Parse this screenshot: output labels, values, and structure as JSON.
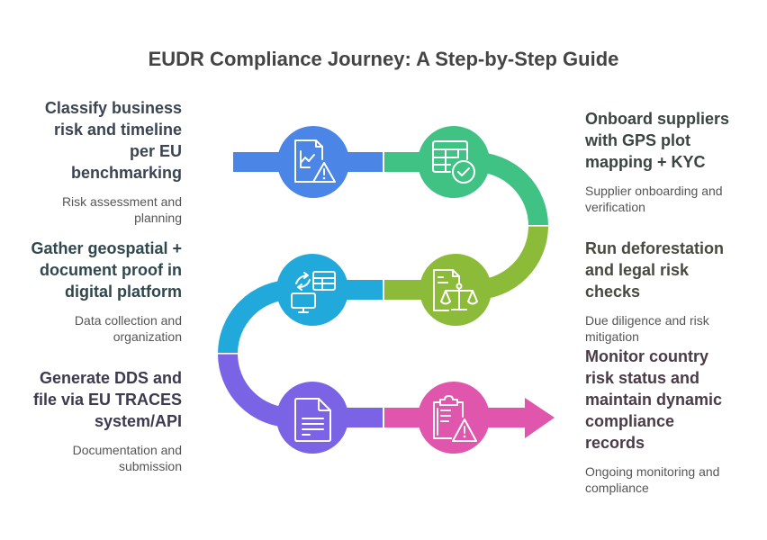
{
  "title": "EUDR Compliance Journey: A Step-by-Step Guide",
  "separator_color": "#ffffff",
  "steps": [
    {
      "heading_lines": [
        "Classify business",
        "risk and timeline",
        "per EU",
        "benchmarking"
      ],
      "subtitle_lines": [
        "Risk assessment and",
        "planning"
      ],
      "color": "#4B85E5",
      "text_color": "#3B4452",
      "icon": "chart-warning-document-icon"
    },
    {
      "heading_lines": [
        "Onboard suppliers",
        "with GPS plot",
        "mapping + KYC"
      ],
      "subtitle_lines": [
        "Supplier onboarding and",
        "verification"
      ],
      "color": "#3FC283",
      "text_color": "#3A4540",
      "icon": "table-check-icon"
    },
    {
      "heading_lines": [
        "Run deforestation",
        "and legal risk",
        "checks"
      ],
      "subtitle_lines": [
        "Due diligence and risk",
        "mitigation"
      ],
      "color": "#8CBB3A",
      "text_color": "#474A40",
      "icon": "document-scales-icon"
    },
    {
      "heading_lines": [
        "Gather geospatial +",
        "document proof in",
        "digital platform"
      ],
      "subtitle_lines": [
        "Data collection and",
        "organization"
      ],
      "color": "#22A9DC",
      "text_color": "#2F474E",
      "icon": "data-sync-monitor-icon"
    },
    {
      "heading_lines": [
        "Generate DDS and",
        "file via EU TRACES",
        "system/API"
      ],
      "subtitle_lines": [
        "Documentation and",
        "submission"
      ],
      "color": "#7B63E6",
      "text_color": "#3C3A50",
      "icon": "document-icon"
    },
    {
      "heading_lines": [
        "Monitor country",
        "risk status and",
        "maintain dynamic",
        "compliance",
        "records"
      ],
      "subtitle_lines": [
        "Ongoing monitoring and",
        "compliance"
      ],
      "color": "#DF56AC",
      "text_color": "#4A3B46",
      "icon": "clipboard-warning-icon"
    }
  ]
}
